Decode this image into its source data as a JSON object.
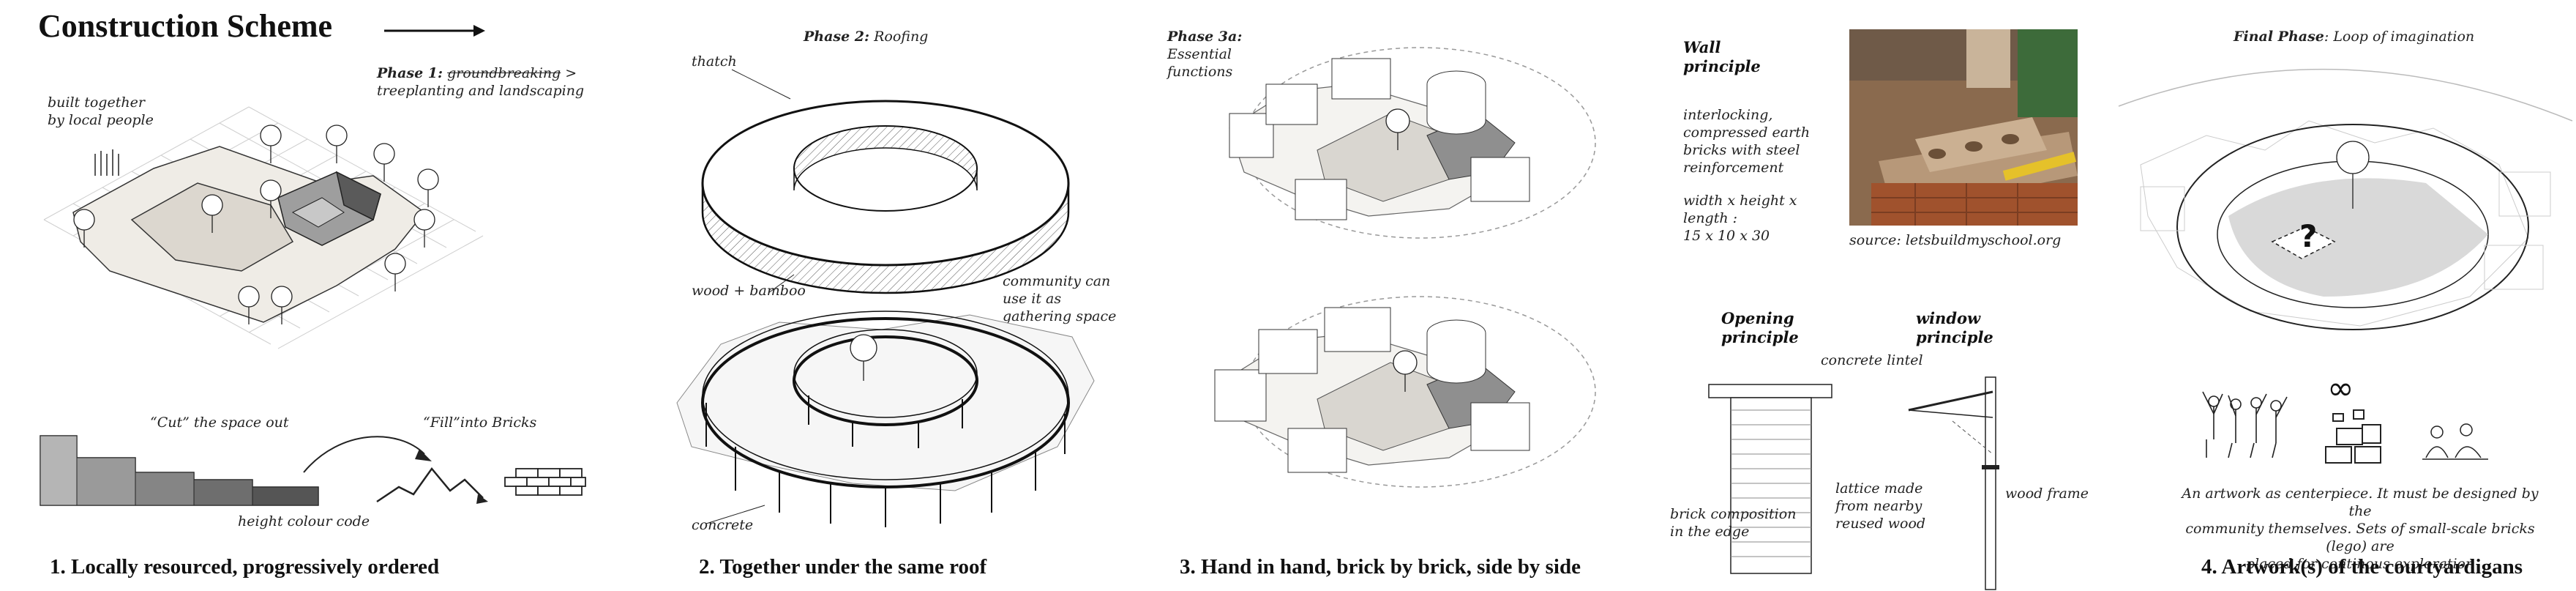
{
  "header": {
    "title": "Construction Scheme"
  },
  "panel1": {
    "phase_label": "Phase 1:",
    "phase_struck": "groundbreaking",
    "phase_rest": " >",
    "phase_line2": "treeplanting and landscaping",
    "note_line1": "built together",
    "note_line2": "by local people",
    "cut_label": "“Cut” the space out",
    "fill_label": "“Fill”into Bricks",
    "height_label": "height colour code",
    "caption": "1.  Locally resourced, progressively ordered"
  },
  "panel2": {
    "phase_label": "Phase 2:",
    "phase_rest": " Roofing",
    "thatch": "thatch",
    "wood": "wood + bamboo",
    "community_1": "community can",
    "community_2": "use it as",
    "community_3": "gathering space",
    "concrete": "concrete",
    "caption": "2.  Together under the same roof"
  },
  "panel3": {
    "phase_label": "Phase 3a:",
    "phase_line2": "Essential",
    "phase_line3": "functions",
    "caption": "3.  Hand in hand, brick by brick, side by side"
  },
  "panel_wall": {
    "wall_1": "Wall",
    "wall_2": "principle",
    "desc_1": "interlocking,",
    "desc_2": "compressed earth",
    "desc_3": "bricks with steel",
    "desc_4": "reinforcement",
    "dim_1": "width x height x",
    "dim_2": "length :",
    "dim_3": "15 x 10 x 30",
    "source": "source: letsbuildmyschool.org",
    "opening_1": "Opening",
    "opening_2": "principle",
    "window_1": "window",
    "window_2": "principle",
    "lintel": "concrete lintel",
    "brick_1": "brick composition",
    "brick_2": "in the edge",
    "lattice_1": "lattice made",
    "lattice_2": "from nearby",
    "lattice_3": "reused wood",
    "frame": "wood frame"
  },
  "panel4": {
    "phase_label": "Final Phase",
    "phase_rest": ": Loop of imagination",
    "question": "?",
    "infinity": "∞",
    "desc_1": "An artwork as centerpiece. It must be designed by the",
    "desc_2": "community themselves. Sets of small-scale bricks (lego) are",
    "desc_3": "placed for continous exploration",
    "caption": "4.  Artwork(s) of the courtyardigans"
  }
}
